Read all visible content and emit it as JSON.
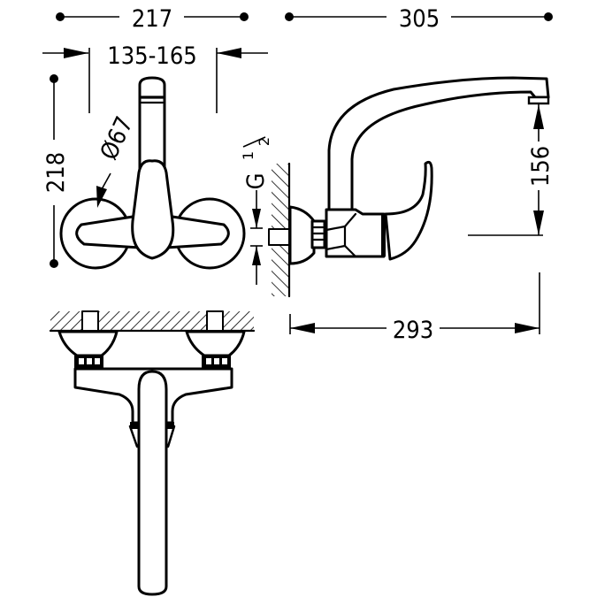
{
  "drawing": {
    "subject": "wall-mounted single-lever mixer tap",
    "views": [
      "front view",
      "side view",
      "top view"
    ],
    "colors": {
      "line": "#000000",
      "background": "#ffffff"
    }
  },
  "dimensions": {
    "overall_width": "217",
    "centre_distance": "135-165",
    "overall_height": "218",
    "escutcheon_diameter": "Ø67",
    "connection_thread": "G ½",
    "thread_g": "G",
    "thread_num": "1",
    "thread_den": "2",
    "overall_depth": "305",
    "spout_height": "156",
    "spout_reach": "293"
  }
}
